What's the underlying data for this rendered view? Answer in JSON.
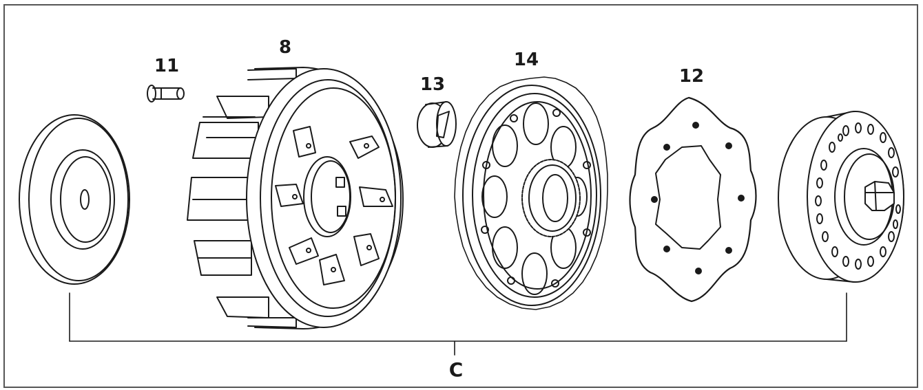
{
  "diagram": {
    "callouts": {
      "spacer_pin": "11",
      "clutch_basket": "8",
      "bushing": "13",
      "primary_gear": "14",
      "damper_plate": "12"
    },
    "group_label": "C"
  },
  "colors": {
    "line": "#1a1a1a",
    "frame": "#555555",
    "background": "#ffffff"
  }
}
